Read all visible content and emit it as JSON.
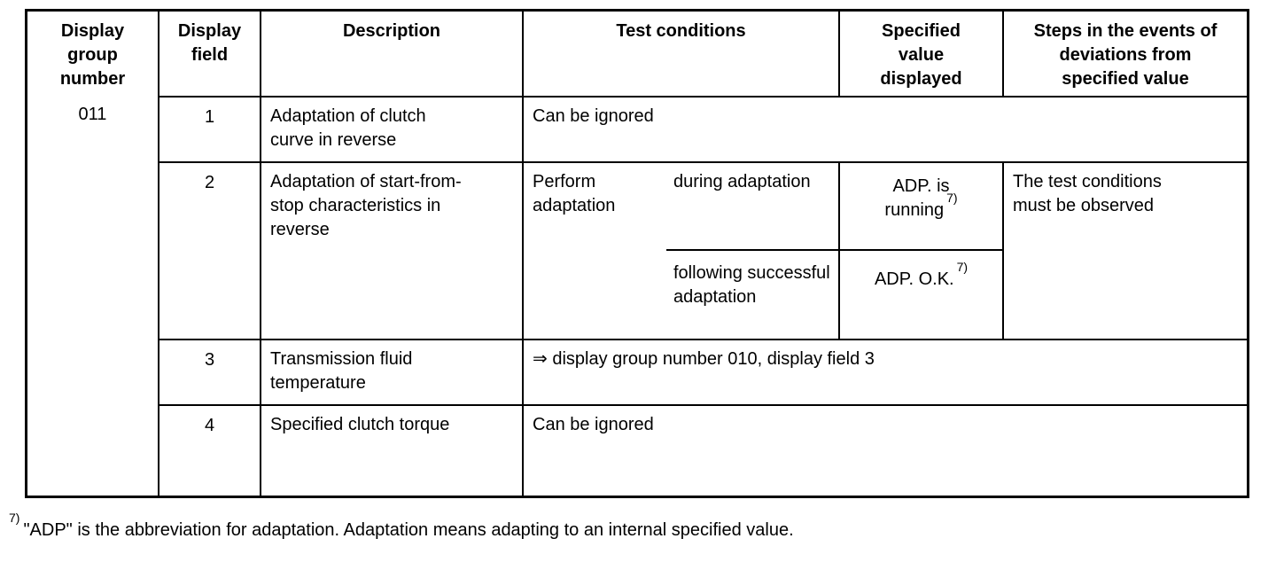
{
  "table": {
    "headers": {
      "display_group_number": "Display group number",
      "display_field": "Display field",
      "description": "Description",
      "test_conditions": "Test conditions",
      "specified_value": "Specified value displayed",
      "steps": "Steps in the events of deviations from specified value"
    },
    "display_group_number": "011",
    "row1": {
      "field": "1",
      "description": "Adaptation of clutch curve in reverse",
      "test_conditions": "Can be ignored"
    },
    "row2": {
      "field": "2",
      "description": "Adaptation of start-from-stop characteristics in reverse",
      "test_condition_action": "Perform adaptation",
      "sub1": {
        "condition": "during adaptation",
        "value_line1": "ADP. is",
        "value_line2": "running",
        "ref": "7)"
      },
      "sub2": {
        "condition": "following successful adaptation",
        "value": "ADP. O.K.",
        "ref": "7)"
      },
      "steps": "The test conditions must be observed"
    },
    "row3": {
      "field": "3",
      "description": "Transmission fluid temperature",
      "test_conditions": "⇒ display group number 010, display field 3"
    },
    "row4": {
      "field": "4",
      "description": "Specified clutch torque",
      "test_conditions": "Can be ignored"
    }
  },
  "footnote": {
    "ref": "7)",
    "text": "\"ADP\" is the abbreviation for adaptation. Adaptation means adapting to an internal specified value."
  }
}
